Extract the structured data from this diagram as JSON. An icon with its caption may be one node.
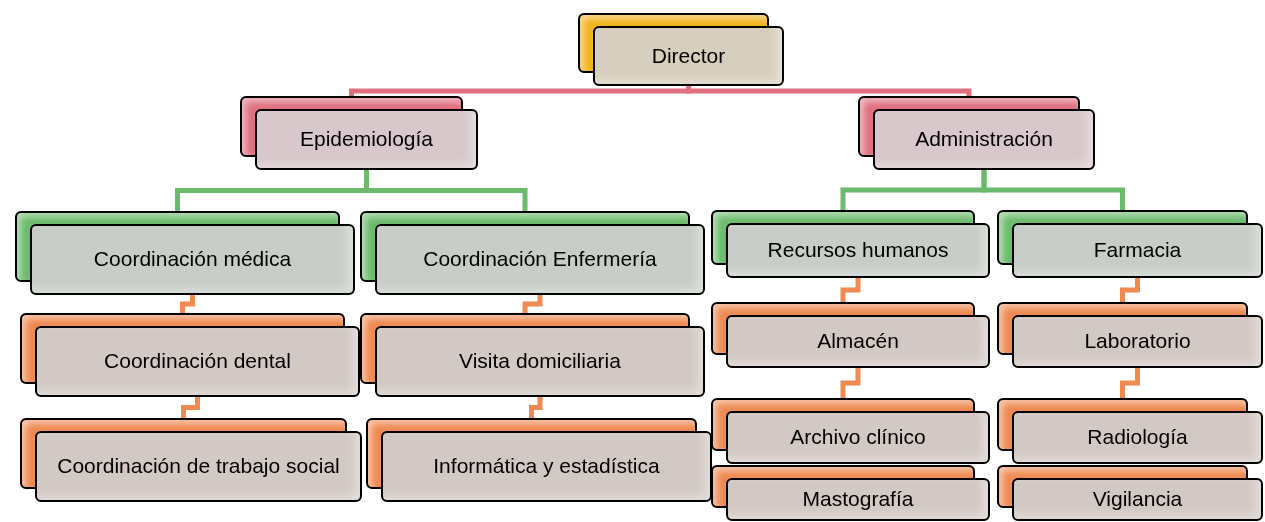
{
  "diagram": {
    "nodes": [
      {
        "text": [
          "Director"
        ]
      },
      {
        "text": [
          "Epidemiología"
        ]
      },
      {
        "text": [
          "Administración"
        ]
      },
      {
        "text": [
          "Coordinación médica"
        ]
      },
      {
        "text": [
          "Coordinación Enfermería"
        ]
      },
      {
        "text": [
          "Recursos humanos"
        ]
      },
      {
        "text": [
          "Farmacia"
        ]
      },
      {
        "text": [
          "Coordinación dental"
        ]
      },
      {
        "text": [
          "Visita domiciliaria"
        ]
      },
      {
        "text": [
          "Almacén"
        ]
      },
      {
        "text": [
          "Laboratorio"
        ]
      },
      {
        "text": [
          "Coordinación de trabajo social"
        ]
      },
      {
        "text": [
          "Informática y estadística"
        ]
      },
      {
        "text": [
          "Archivo clínico"
        ]
      },
      {
        "text": [
          "Radiología"
        ]
      },
      {
        "text": [
          "Mastografía"
        ]
      },
      {
        "text": [
          "Vigilancia"
        ]
      }
    ],
    "edges": [
      {
        "from": 0,
        "to": 1,
        "arrow": "none",
        "color": "#e07080"
      },
      {
        "from": 0,
        "to": 2,
        "arrow": "none",
        "color": "#e07080"
      },
      {
        "from": 1,
        "to": 3,
        "arrow": "none",
        "color": "#6cbb6c"
      },
      {
        "from": 1,
        "to": 4,
        "arrow": "none",
        "color": "#6cbb6c"
      },
      {
        "from": 2,
        "to": 5,
        "arrow": "none",
        "color": "#6cbb6c"
      },
      {
        "from": 2,
        "to": 6,
        "arrow": "none",
        "color": "#6cbb6c"
      },
      {
        "from": 3,
        "to": 7,
        "arrow": "none"
      },
      {
        "from": 7,
        "to": 11,
        "arrow": "none"
      },
      {
        "from": 4,
        "to": 8,
        "arrow": "none"
      },
      {
        "from": 8,
        "to": 12,
        "arrow": "none"
      },
      {
        "from": 5,
        "to": 9,
        "arrow": "none"
      },
      {
        "from": 9,
        "to": 13,
        "arrow": "none"
      },
      {
        "from": 6,
        "to": 10,
        "arrow": "none"
      },
      {
        "from": 10,
        "to": 14,
        "arrow": "none"
      }
    ]
  }
}
